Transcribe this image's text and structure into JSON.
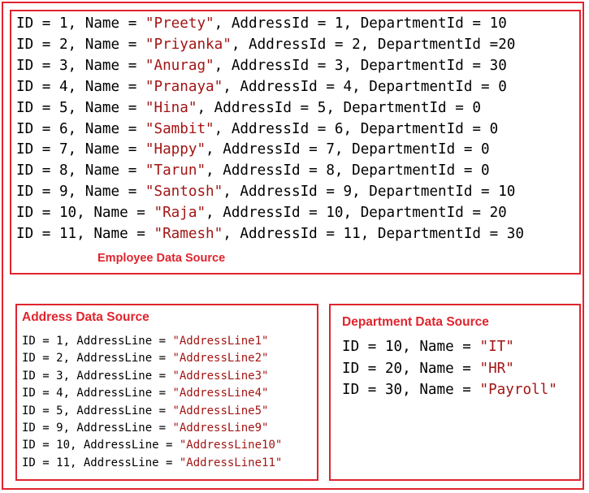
{
  "employee": {
    "title": "Employee Data Source",
    "rows": [
      {
        "pre": "ID = 1, Name = ",
        "str": "\"Preety\"",
        "post": ", AddressId = 1, DepartmentId = 10"
      },
      {
        "pre": "ID = 2, Name = ",
        "str": "\"Priyanka\"",
        "post": ", AddressId = 2, DepartmentId =20"
      },
      {
        "pre": "ID = 3, Name = ",
        "str": "\"Anurag\"",
        "post": ", AddressId = 3, DepartmentId = 30"
      },
      {
        "pre": "ID = 4, Name = ",
        "str": "\"Pranaya\"",
        "post": ", AddressId = 4, DepartmentId = 0"
      },
      {
        "pre": "ID = 5, Name = ",
        "str": "\"Hina\"",
        "post": ", AddressId = 5, DepartmentId = 0"
      },
      {
        "pre": "ID = 6, Name = ",
        "str": "\"Sambit\"",
        "post": ", AddressId = 6, DepartmentId = 0"
      },
      {
        "pre": "ID = 7, Name = ",
        "str": "\"Happy\"",
        "post": ", AddressId = 7, DepartmentId = 0"
      },
      {
        "pre": "ID = 8, Name = ",
        "str": "\"Tarun\"",
        "post": ", AddressId = 8, DepartmentId = 0"
      },
      {
        "pre": "ID = 9, Name = ",
        "str": "\"Santosh\"",
        "post": ", AddressId = 9, DepartmentId = 10"
      },
      {
        "pre": "ID = 10, Name = ",
        "str": "\"Raja\"",
        "post": ", AddressId = 10, DepartmentId = 20"
      },
      {
        "pre": "ID = 11, Name = ",
        "str": "\"Ramesh\"",
        "post": ", AddressId = 11, DepartmentId = 30"
      }
    ]
  },
  "address": {
    "title": "Address Data Source",
    "rows": [
      {
        "pre": "ID = 1, AddressLine = ",
        "str": "\"AddressLine1\""
      },
      {
        "pre": "ID = 2, AddressLine = ",
        "str": "\"AddressLine2\""
      },
      {
        "pre": "ID = 3, AddressLine = ",
        "str": "\"AddressLine3\""
      },
      {
        "pre": "ID = 4, AddressLine = ",
        "str": "\"AddressLine4\""
      },
      {
        "pre": "ID = 5, AddressLine = ",
        "str": "\"AddressLine5\""
      },
      {
        "pre": "ID = 9, AddressLine = ",
        "str": "\"AddressLine9\""
      },
      {
        "pre": "ID = 10, AddressLine = ",
        "str": "\"AddressLine10\""
      },
      {
        "pre": "ID = 11, AddressLine = ",
        "str": "\"AddressLine11\""
      }
    ]
  },
  "department": {
    "title": "Department Data Source",
    "rows": [
      {
        "pre": "ID = 10, Name = ",
        "str": "\"IT\""
      },
      {
        "pre": "ID = 20, Name = ",
        "str": "\"HR\""
      },
      {
        "pre": "ID = 30, Name = ",
        "str": "\"Payroll\""
      }
    ]
  },
  "colors": {
    "border": "#e0242d",
    "string_literal": "#a31515",
    "text": "#000000"
  }
}
